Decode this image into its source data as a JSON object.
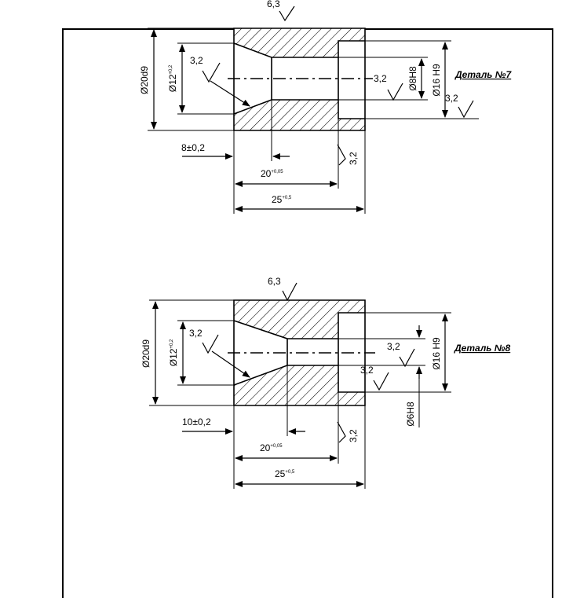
{
  "top_fragment": "6,3",
  "part7": {
    "title": "Деталь №7",
    "d_outer": "Ø20d9",
    "d_cone": "Ø12",
    "d_cone_tol": "+0,2",
    "d_bore": "Ø8H8",
    "d_counterbore": "Ø16 H9",
    "rough_cone": "3,2",
    "rough_bore": "3,2",
    "rough_cb": "3,2",
    "rough_face": "3,2",
    "dim_cone_len": "8±0,2",
    "dim_inner": "20",
    "dim_inner_tol": "+0,05",
    "dim_total": "25",
    "dim_total_tol": "+0,5"
  },
  "part8": {
    "title": "Деталь №8",
    "rough_top": "6,3",
    "d_outer": "Ø20d9",
    "d_cone": "Ø12",
    "d_cone_tol": "+0,2",
    "d_bore": "Ø6H8",
    "d_counterbore": "Ø16 H9",
    "rough_cone": "3,2",
    "rough_bore": "3,2",
    "rough_cb": "3,2",
    "rough_face": "3,2",
    "dim_cone_len": "10±0,2",
    "dim_inner": "20",
    "dim_inner_tol": "+0,05",
    "dim_total": "25",
    "dim_total_tol": "+0,5"
  }
}
